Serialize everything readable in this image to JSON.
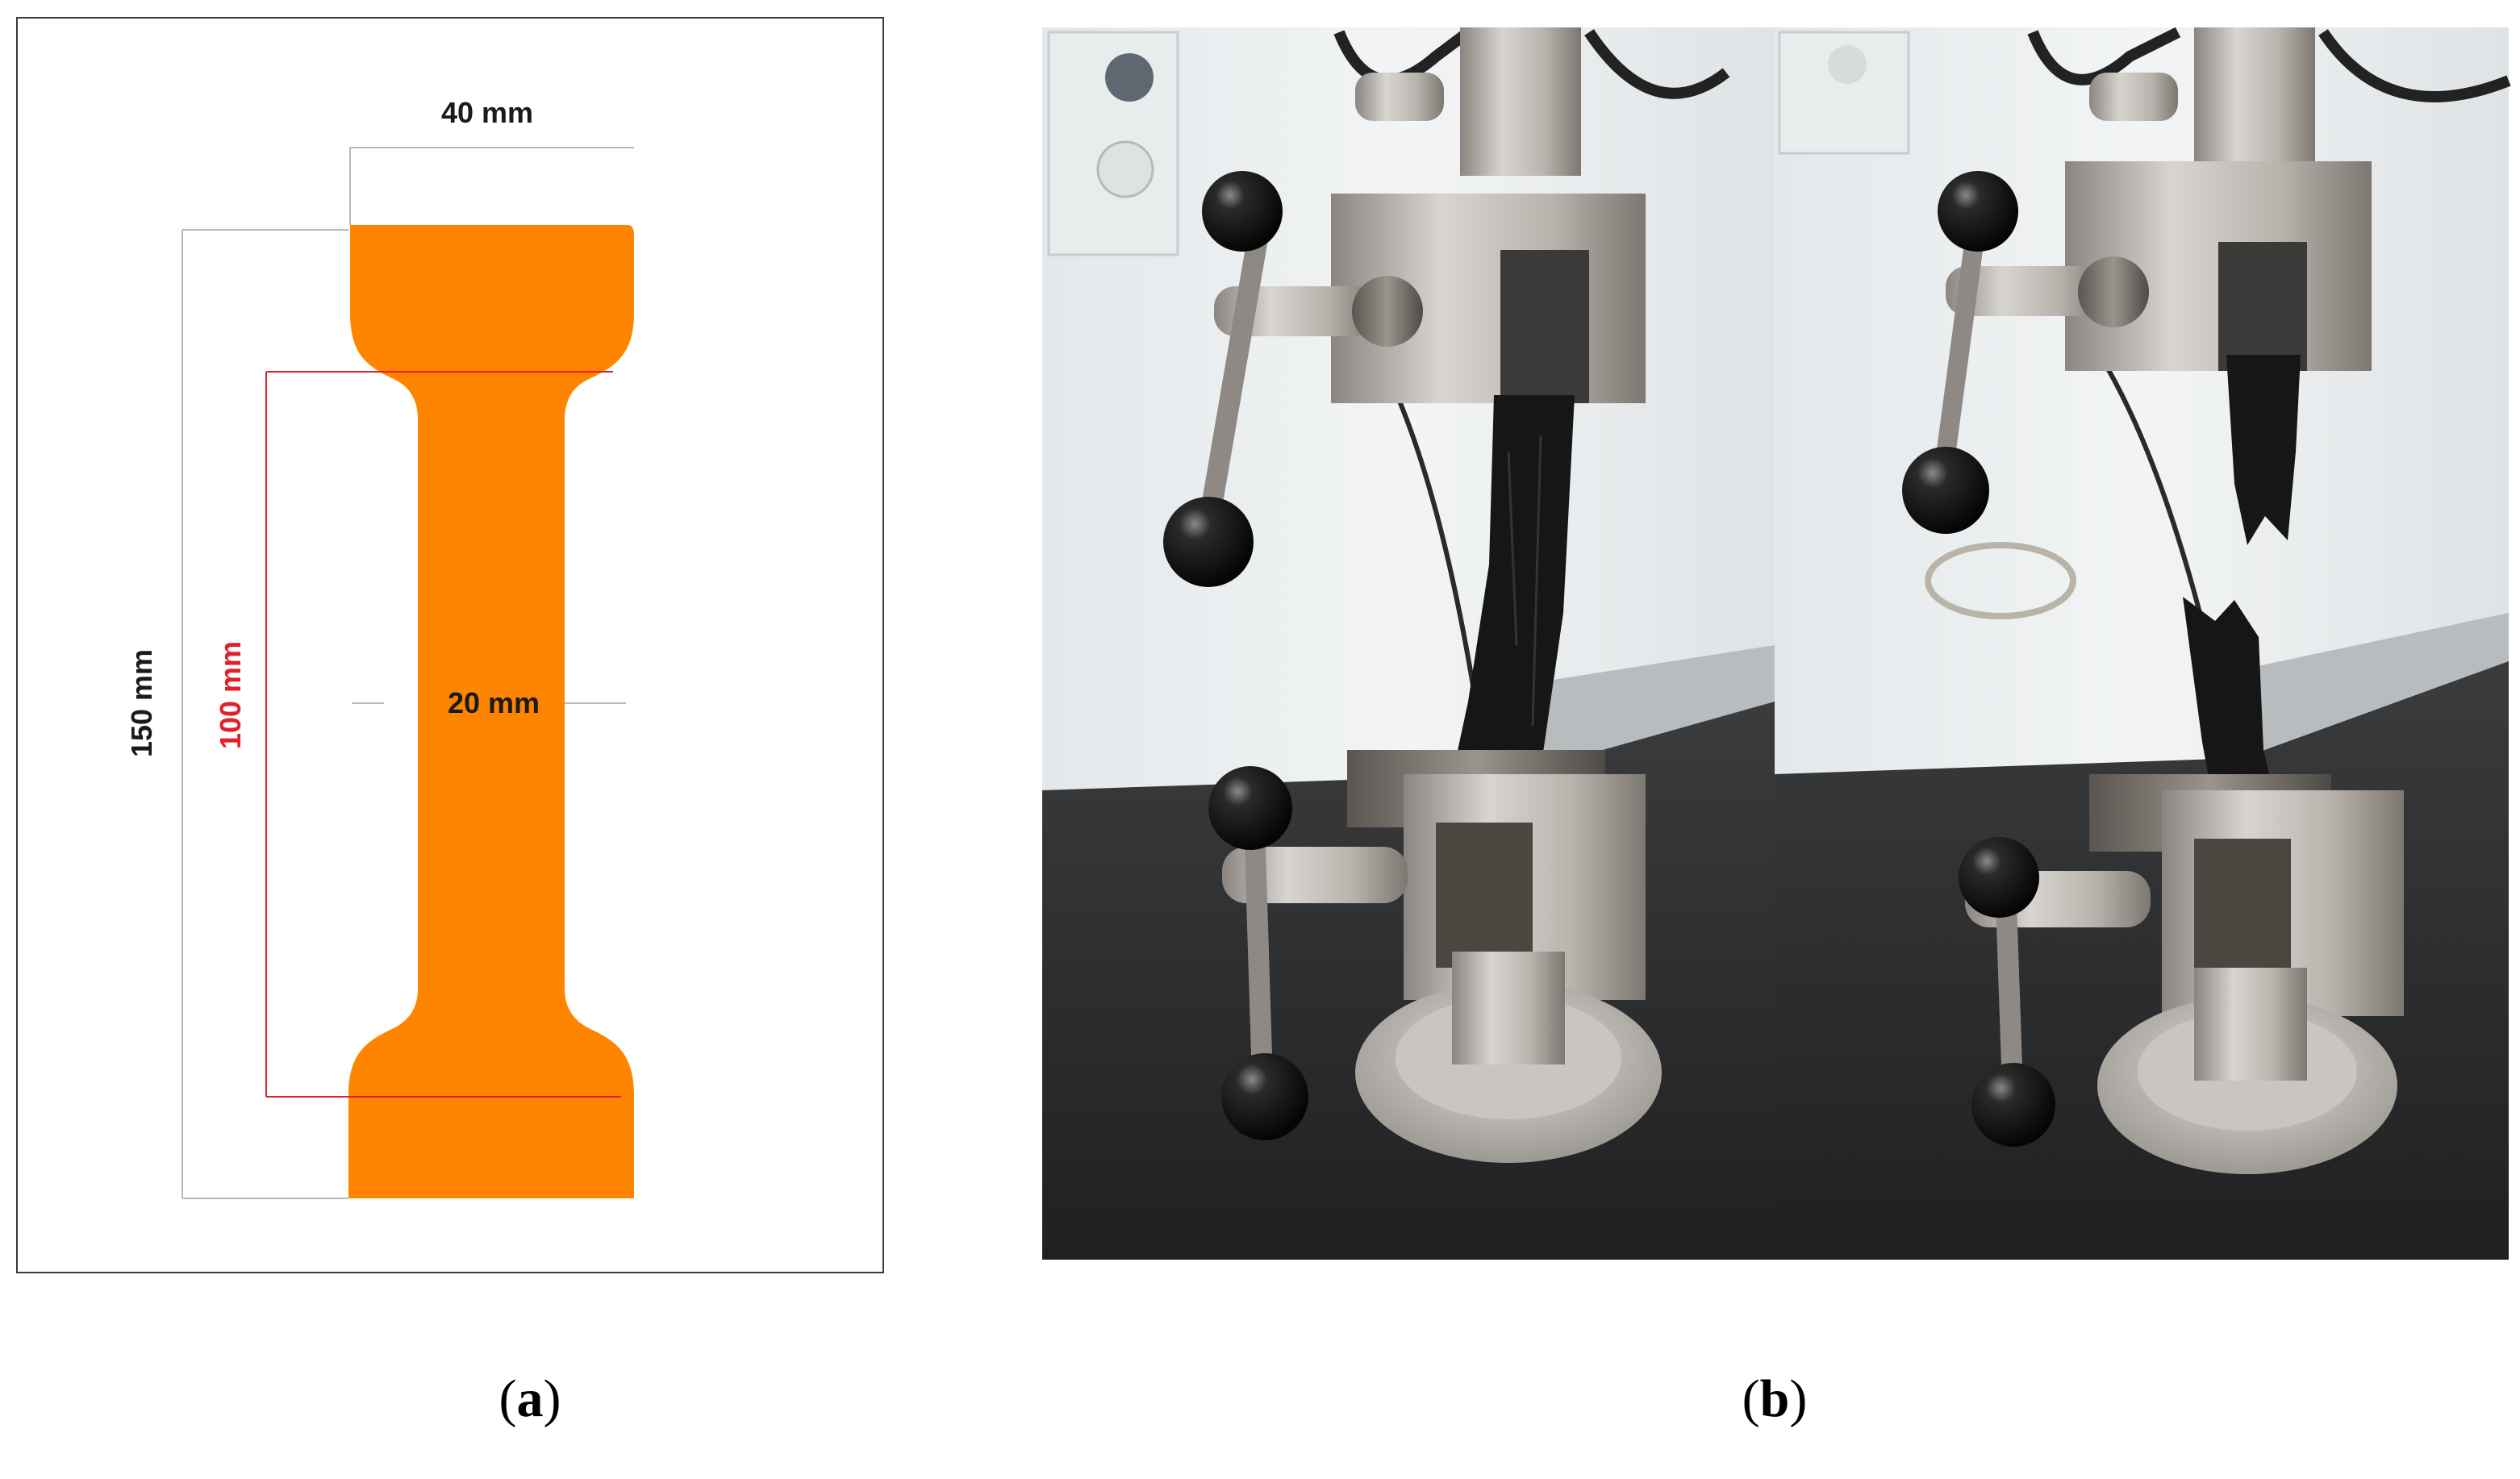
{
  "panel_a": {
    "width_label": "40 mm",
    "gauge_width_label": "20 mm",
    "total_length_label": "150 mm",
    "gauge_length_label": "100 mm",
    "specimen_color": "#ff8500",
    "gauge_line_color": "#e0202a",
    "dimension_line_color": "#b8b8b8"
  },
  "panel_b": {
    "left_photo": "tensile-test-specimen-clamped-intact",
    "right_photo": "tensile-test-specimen-fractured"
  },
  "captions": {
    "a_open": "(",
    "a_letter": "a",
    "a_close": ")",
    "b_open": "(",
    "b_letter": "b",
    "b_close": ")"
  }
}
